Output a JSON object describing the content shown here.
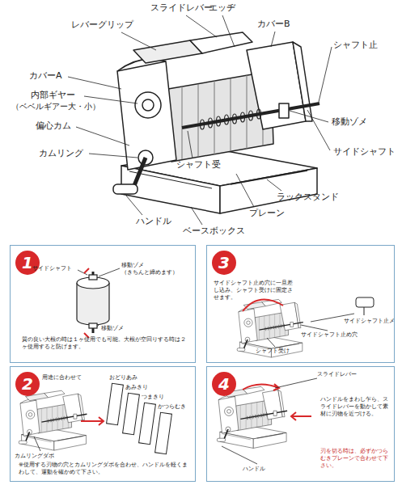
{
  "diagram": {
    "nodes": [
      {
        "text": [
          "質の良い大根の時は１ヶ使用でも可能。大根が空回りする時は２ヶ使用すると防げます。"
        ]
      },
      {
        "text": [
          "1"
        ],
        "in": 0
      },
      {
        "text": [
          "※使用する刃物の穴とカムリングダボを合わせ、ハンドルを軽くまわして、運動を確かめて下さい。"
        ]
      },
      {
        "text": [
          "2"
        ],
        "in": 2
      },
      {
        "text": [
          "サイドシャフト止め穴に一旦差し込み、シャフト受けに固定させます。"
        ]
      },
      {
        "text": [
          "3"
        ],
        "in": 4
      },
      {
        "text": [
          "ハンドルをまわし乍ら、スライドレバーを動かして素材に刃物を近づける。",
          "刃を切る時は、必ずかつらむきプレーンで合わせて下さい。"
        ]
      },
      {
        "text": [
          "4"
        ],
        "in": 6
      }
    ],
    "labels": [
      "スライドレバー",
      "エッヂ",
      "レバーグリップ",
      "カバーB",
      "シャフト止",
      "カバーA",
      "内部ギヤー",
      "（ベベルギアー大・小）",
      "偏心カム",
      "移動ゾメ",
      "カムリング",
      "サイドシャフト",
      "シャフト受",
      "ラックスタンド",
      "ハンドル",
      "プレーン",
      "ベースボックス",
      "サイドシャフト",
      "移動ゾメ",
      "（きちんと締めます）",
      "移動ゾメ",
      "用途に合わせて",
      "おどりあみ",
      "あみきり",
      "つまきり",
      "かつらむき",
      "カムリングダボ",
      "サイドシャフト止メ",
      "サイドシャフト止め穴",
      "シャフト受け",
      "スライドレバー",
      "ハンドル"
    ]
  }
}
